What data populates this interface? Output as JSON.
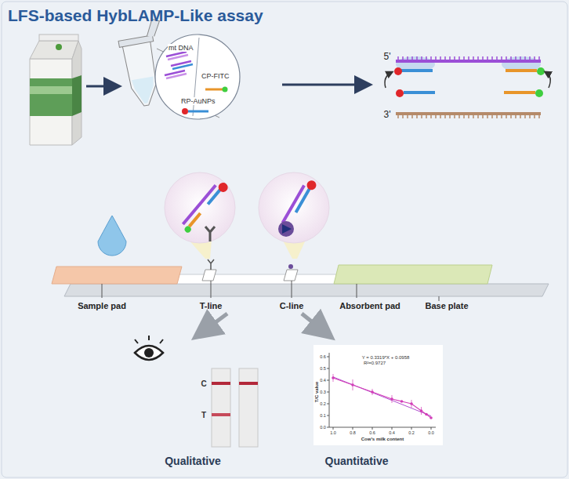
{
  "diagram": {
    "title": "LFS-based HybLAMP-Like assay",
    "nodes": [
      {
        "text": [
          "mt DNA",
          "CP-FITC",
          "RP-AuNPs"
        ]
      }
    ],
    "labels": [
      "5'",
      "3'",
      "Sample pad",
      "T-line",
      "C-line",
      "Absorbent pad",
      "Base plate",
      "C",
      "T",
      "Qualitative",
      "Quantitative",
      "Y = 0.3319*X + 0.0958",
      "R²=0.9727",
      "T/C value",
      "Cow's milk content",
      "0.6",
      "0.5",
      "0.4",
      "0.3",
      "0.2",
      "0.1",
      "0.0",
      "1.0",
      "0.8",
      "0.6",
      "0.4",
      "0.2",
      "0.0"
    ]
  }
}
